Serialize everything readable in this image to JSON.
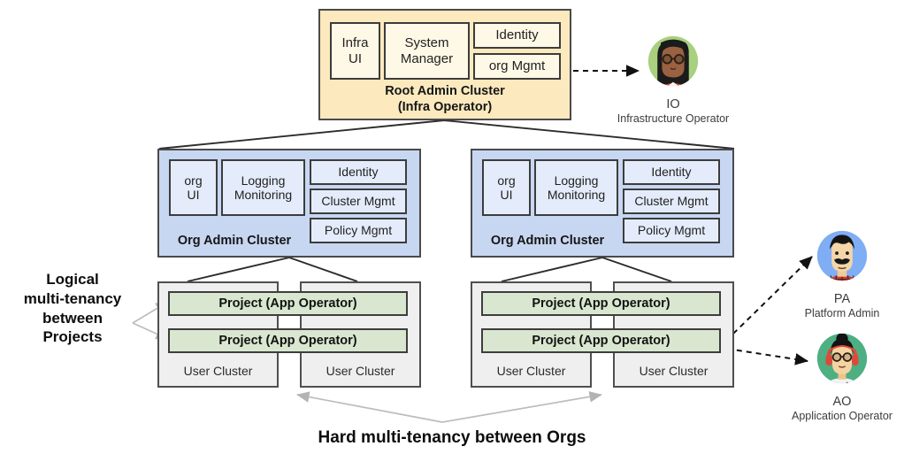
{
  "diagram": {
    "title": "Multi-tenancy cluster architecture",
    "colors": {
      "root_fill": "#FCE9BE",
      "root_tile_fill": "#FEF8E6",
      "org_fill": "#C7D7F2",
      "org_tile_fill": "#E4ECFB",
      "user_cluster_fill": "#EFEFEF",
      "project_fill": "#D9E7D0",
      "stroke": "#333333",
      "soft_arrow": "#B3B3B3",
      "dashed_arrow": "#111111"
    }
  },
  "root_cluster": {
    "caption": "Root Admin Cluster\n(Infra Operator)",
    "tiles": [
      {
        "label": "Infra\nUI"
      },
      {
        "label": "System\nManager"
      },
      {
        "label": "Identity"
      },
      {
        "label": "org Mgmt"
      }
    ]
  },
  "org_clusters": [
    {
      "caption": "Org Admin Cluster",
      "tiles": [
        {
          "label": "org\nUI"
        },
        {
          "label": "Logging\nMonitoring"
        },
        {
          "label": "Identity"
        },
        {
          "label": "Cluster Mgmt"
        },
        {
          "label": "Policy Mgmt"
        }
      ],
      "user_clusters": [
        {
          "label": "User Cluster"
        },
        {
          "label": "User Cluster"
        }
      ],
      "projects": [
        {
          "label": "Project (App Operator)"
        },
        {
          "label": "Project (App Operator)"
        }
      ]
    },
    {
      "caption": "Org Admin Cluster",
      "tiles": [
        {
          "label": "org\nUI"
        },
        {
          "label": "Logging\nMonitoring"
        },
        {
          "label": "Identity"
        },
        {
          "label": "Cluster Mgmt"
        },
        {
          "label": "Policy Mgmt"
        }
      ],
      "user_clusters": [
        {
          "label": "User Cluster"
        },
        {
          "label": "User Cluster"
        }
      ],
      "projects": [
        {
          "label": "Project (App Operator)"
        },
        {
          "label": "Project  (App Operator)"
        }
      ]
    }
  ],
  "annotations": {
    "left_label": "Logical\nmulti-tenancy\nbetween\nProjects",
    "bottom_label": "Hard multi-tenancy between Orgs"
  },
  "personas": [
    {
      "abbr": "IO",
      "role": "Infrastructure Operator",
      "icon": "avatar-infrastructure-operator",
      "circle_color": "#A8D07E"
    },
    {
      "abbr": "PA",
      "role": "Platform Admin",
      "icon": "avatar-platform-admin",
      "circle_color": "#7FAEF5"
    },
    {
      "abbr": "AO",
      "role": "Application Operator",
      "icon": "avatar-application-operator",
      "circle_color": "#4DAF82"
    }
  ]
}
